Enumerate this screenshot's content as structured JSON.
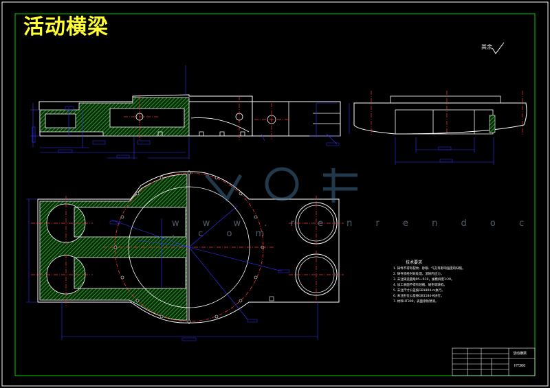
{
  "drawing": {
    "title": "活动横梁",
    "roughness_label": "其余",
    "watermark": "w w w . r e n r e n d o c . c o m",
    "notes": {
      "title": "技术要求",
      "items": [
        "1. 铸件不得有裂纹、砂眼、气孔等影响强度的缺陷。",
        "2. 铸件须经时效处理，消除内应力。",
        "3. 未注铸造圆角R5~R10，拔模斜度1:20。",
        "4. 加工表面不得有划痕、碰伤等缺陷。",
        "5. 未注尺寸公差按GB1804-m执行。",
        "6. 未注形位公差按GB1184-K执行。",
        "7. 材料HT300，表面涂防锈漆。"
      ]
    },
    "title_block": {
      "part_name": "活动横梁",
      "material": "HT300"
    }
  },
  "colors": {
    "background": "#000000",
    "frame": "#ffffff",
    "outline": "#ffffff",
    "hatch": "#2eb82e",
    "dimension": "#3333ff",
    "center_line": "#ff3333",
    "title": "#ffff33"
  }
}
